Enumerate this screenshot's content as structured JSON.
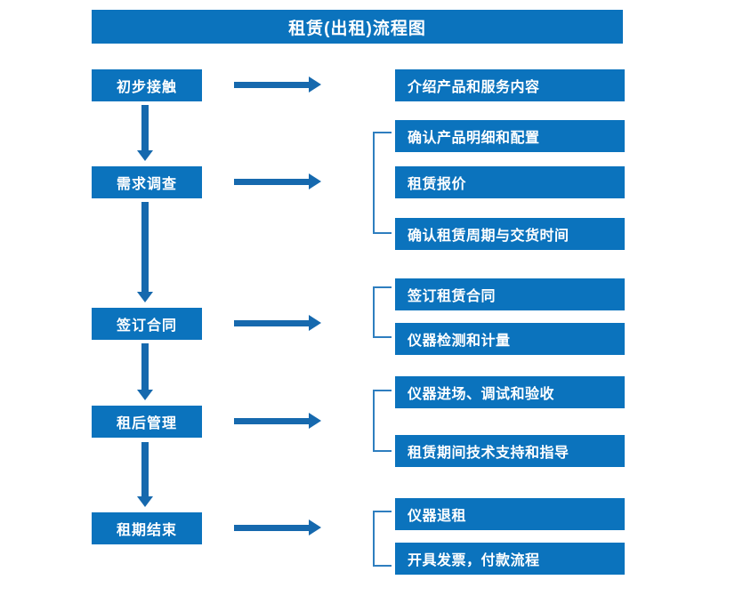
{
  "title": "租赁(出租)流程图",
  "colors": {
    "box_fill": "#0B73BD",
    "box_text": "#FFFFFF",
    "arrow": "#1669AE",
    "bracket": "#2E7EBF",
    "background": "#FFFFFF"
  },
  "stages": [
    {
      "id": "stage-1",
      "label": "初步接触"
    },
    {
      "id": "stage-2",
      "label": "需求调查"
    },
    {
      "id": "stage-3",
      "label": "签订合同"
    },
    {
      "id": "stage-4",
      "label": "租后管理"
    },
    {
      "id": "stage-5",
      "label": "租期结束"
    }
  ],
  "details": [
    {
      "id": "detail-1-1",
      "label": "介绍产品和服务内容"
    },
    {
      "id": "detail-2-1",
      "label": "确认产品明细和配置"
    },
    {
      "id": "detail-2-2",
      "label": "租赁报价"
    },
    {
      "id": "detail-2-3",
      "label": "确认租赁周期与交货时间"
    },
    {
      "id": "detail-3-1",
      "label": "签订租赁合同"
    },
    {
      "id": "detail-3-2",
      "label": "仪器检测和计量"
    },
    {
      "id": "detail-4-1",
      "label": "仪器进场、调试和验收"
    },
    {
      "id": "detail-4-2",
      "label": "租赁期间技术支持和指导"
    },
    {
      "id": "detail-5-1",
      "label": "仪器退租"
    },
    {
      "id": "detail-5-2",
      "label": "开具发票，付款流程"
    }
  ],
  "connectors": {
    "down_arrow_icon": "arrow-down-icon",
    "right_arrow_icon": "arrow-right-icon",
    "bracket_icon": "group-bracket-icon"
  }
}
